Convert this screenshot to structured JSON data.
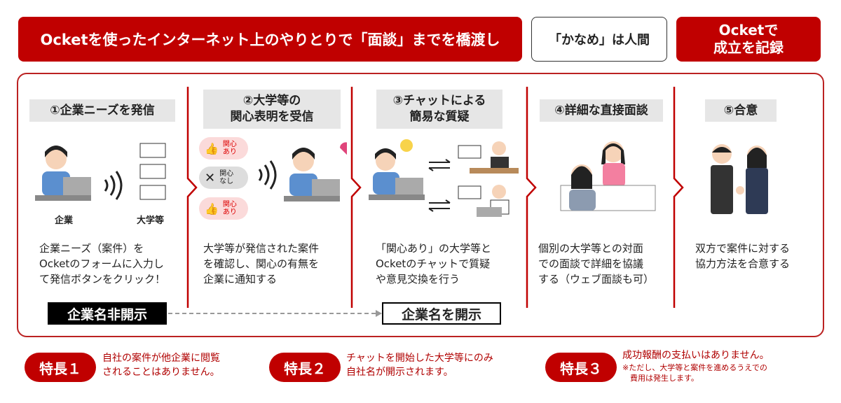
{
  "banners": {
    "bridge": "Ocketを使ったインターネット上のやりとりで「面談」までを橋渡し",
    "key": "「かなめ」は人間",
    "record": "Ocketで\n成立を記録"
  },
  "steps": [
    {
      "title": "①企業ニーズを発信",
      "desc": "企業ニーズ（案件）を\nOcketのフォームに入力し\nて発信ボタンをクリック！",
      "captions": [
        "企業",
        "大学等"
      ]
    },
    {
      "title": "②大学等の\n関心表明を受信",
      "desc": "大学等が発信された案件\nを確認し、関心の有無を\n企業に通知する",
      "bubbles": [
        "関心\nあり",
        "関心\nなし",
        "関心\nあり"
      ]
    },
    {
      "title": "③チャットによる\n簡易な質疑",
      "desc": "「関心あり」の大学等と\nOcketのチャットで質疑\nや意見交換を行う"
    },
    {
      "title": "④詳細な直接面談",
      "desc": "個別の大学等との対面\nでの面談で詳細を協議\nする（ウェブ面談も可）"
    },
    {
      "title": "⑤合意",
      "desc": "双方で案件に対する\n協力方法を合意する"
    }
  ],
  "disclosure": {
    "hidden": "企業名非開示",
    "shown": "企業名を開示"
  },
  "features": [
    {
      "label": "特長１",
      "text": "自社の案件が他企業に閲覧\nされることはありません。"
    },
    {
      "label": "特長２",
      "text": "チャットを開始した大学等にのみ\n自社名が開示されます。"
    },
    {
      "label": "特長３",
      "text": "成功報酬の支払いはありません。",
      "note": "※ただし、大学等と案件を進めるうえでの\n　費用は発生します。"
    }
  ],
  "colors": {
    "accent": "#c00000",
    "header_bg": "#e6e6e6"
  }
}
